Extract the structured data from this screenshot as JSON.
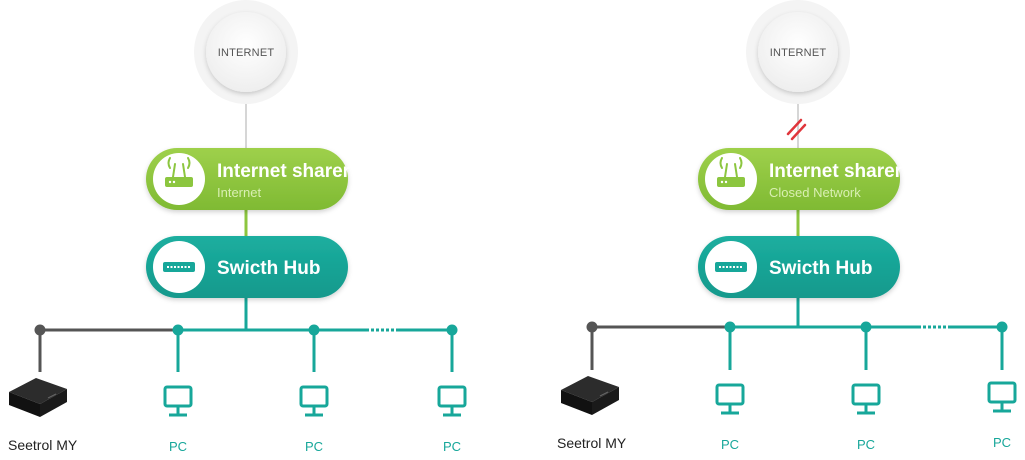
{
  "diagrams": [
    {
      "internet_label": "INTERNET",
      "sharer_title": "Internet sharer",
      "sharer_subtitle": "Internet",
      "hub_title": "Swicth Hub",
      "device_label": "Seetrol MY",
      "pc_labels": [
        "PC",
        "PC",
        "PC"
      ],
      "link_broken": false
    },
    {
      "internet_label": "INTERNET",
      "sharer_title": "Internet sharer",
      "sharer_subtitle": "Closed Network",
      "hub_title": "Swicth Hub",
      "device_label": "Seetrol MY",
      "pc_labels": [
        "PC",
        "PC",
        "PC"
      ],
      "link_broken": true
    }
  ],
  "colors": {
    "green": "#8cc63f",
    "green_light": "#a5d152",
    "teal": "#17a79a",
    "gray_line": "#555555",
    "broken_mark": "#e0353b",
    "device": "#1b1b1b"
  },
  "icons": {
    "router": "router-icon",
    "switch": "switch-icon",
    "pc": "monitor-icon",
    "device": "set-top-box-icon"
  }
}
